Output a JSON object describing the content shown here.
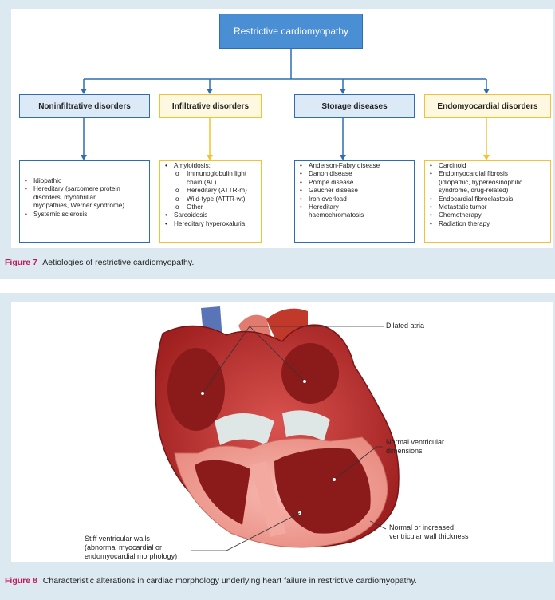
{
  "figure7": {
    "title": "Restrictive cardiomyopathy",
    "categories": [
      {
        "label": "Noninfiltrative disorders",
        "items": [
          "Idiopathic",
          "Hereditary (sarcomere protein",
          "disorders, myofibrillar",
          "myopathies, Werner syndrome)",
          "Systemic sclerosis"
        ]
      },
      {
        "label": "Infiltrative disorders",
        "items": [
          "Amyloidosis:",
          "Immunoglobulin light",
          "chain (AL)",
          "Hereditary (ATTR-m)",
          "Wild-type (ATTR-wt)",
          "Other",
          "Sarcoidosis",
          "Hereditary hyperoxaluria"
        ]
      },
      {
        "label": "Storage diseases",
        "items": [
          "Anderson-Fabry disease",
          "Danon disease",
          "Pompe disease",
          "Gaucher disease",
          "Iron overload",
          "Hereditary",
          "haemochromatosis"
        ]
      },
      {
        "label": "Endomyocardial disorders",
        "items": [
          "Carcinoid",
          "Endomyocardial fibrosis",
          "(idiopathic, hypereosinophilic",
          "syndrome, drug-related)",
          "Endocardial fibroelastosis",
          "Metastatic tumor",
          "Chemotherapy",
          "Radiation therapy"
        ]
      }
    ],
    "caption_label": "Figure 7",
    "caption_text": "Aetiologies of restrictive cardiomyopathy."
  },
  "figure8": {
    "annotations": {
      "dilated_atria": "Dilated atria",
      "normal_ventricular_1": "Normal ventricular",
      "normal_ventricular_2": "dimensions",
      "wall_thickness_1": "Normal or increased",
      "wall_thickness_2": "ventricular wall thickness",
      "stiff_walls_1": "Stiff ventricular walls",
      "stiff_walls_2": "(abnormal myocardial or",
      "stiff_walls_3": "endomyocardial morphology)"
    },
    "caption_label": "Figure 8",
    "caption_text": "Characteristic alterations in cardiac morphology underlying heart failure in restrictive cardiomyopathy."
  },
  "colors": {
    "panel_bg": "#dce9f0",
    "blue": "#2e6db0",
    "yellow": "#f2c230",
    "caption_label": "#c2185b"
  }
}
